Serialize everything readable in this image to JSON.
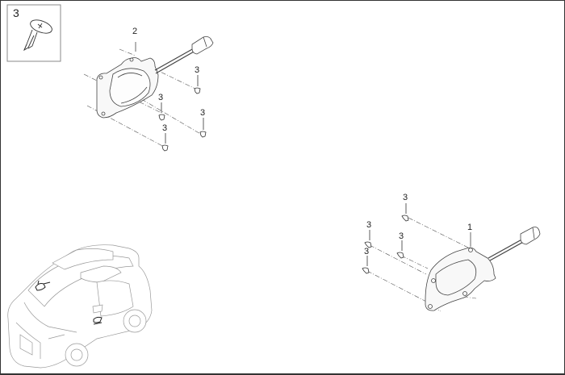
{
  "diagram": {
    "title": "",
    "inset": {
      "label": "3",
      "icon": "screw-icon"
    },
    "parts": [
      {
        "id": "1",
        "name": "right-lamp-assembly"
      },
      {
        "id": "2",
        "name": "left-lamp-assembly"
      },
      {
        "id": "3",
        "name": "screw"
      }
    ],
    "callouts": {
      "left_part": "2",
      "left_screw_a": "3",
      "left_screw_b": "3",
      "left_screw_c": "3",
      "left_screw_d": "3",
      "right_part": "1",
      "right_screw_a": "3",
      "right_screw_b": "3",
      "right_screw_c": "3",
      "right_screw_d": "3"
    },
    "vehicle_view": "vehicle-location-icon"
  }
}
